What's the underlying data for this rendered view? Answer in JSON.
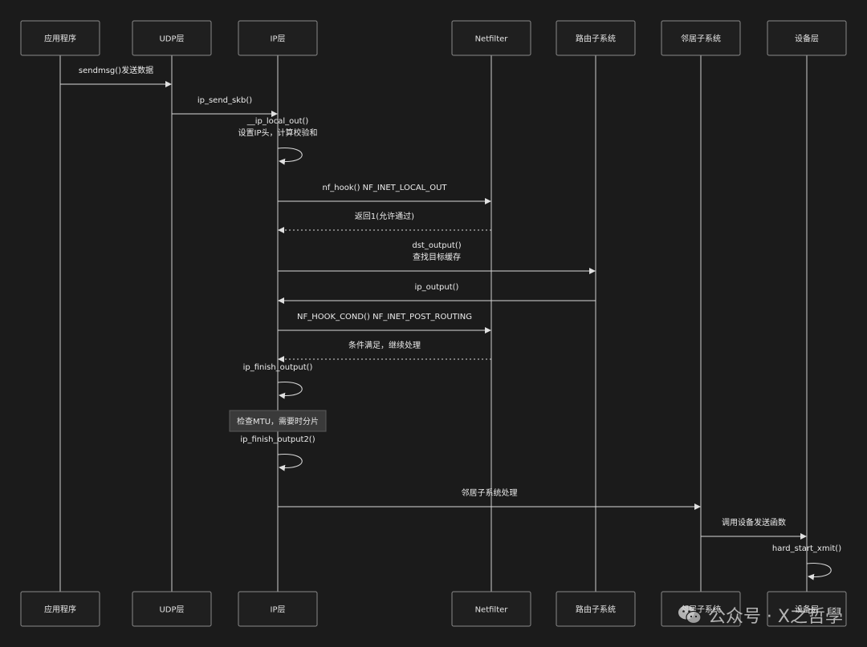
{
  "participants": [
    {
      "id": "app",
      "label": "应用程序"
    },
    {
      "id": "udp",
      "label": "UDP层"
    },
    {
      "id": "ip",
      "label": "IP层"
    },
    {
      "id": "nf",
      "label": "Netfilter"
    },
    {
      "id": "rt",
      "label": "路由子系统"
    },
    {
      "id": "nb",
      "label": "邻居子系统"
    },
    {
      "id": "dev",
      "label": "设备层"
    }
  ],
  "messages": [
    {
      "from": "app",
      "to": "udp",
      "lines": [
        "sendmsg()发送数据"
      ],
      "style": "solid"
    },
    {
      "from": "udp",
      "to": "ip",
      "lines": [
        "ip_send_skb()"
      ],
      "style": "solid"
    },
    {
      "from": "ip",
      "to": "ip",
      "lines": [
        "__ip_local_out()",
        "设置IP头，计算校验和"
      ],
      "style": "self"
    },
    {
      "from": "ip",
      "to": "nf",
      "lines": [
        "nf_hook() NF_INET_LOCAL_OUT"
      ],
      "style": "solid"
    },
    {
      "from": "nf",
      "to": "ip",
      "lines": [
        "返回1(允许通过)"
      ],
      "style": "dotted"
    },
    {
      "from": "ip",
      "to": "rt",
      "lines": [
        "dst_output()",
        "查找目标缓存"
      ],
      "style": "solid"
    },
    {
      "from": "rt",
      "to": "ip",
      "lines": [
        "ip_output()"
      ],
      "style": "solid"
    },
    {
      "from": "ip",
      "to": "nf",
      "lines": [
        "NF_HOOK_COND() NF_INET_POST_ROUTING"
      ],
      "style": "solid"
    },
    {
      "from": "nf",
      "to": "ip",
      "lines": [
        "条件满足，继续处理"
      ],
      "style": "dotted"
    },
    {
      "from": "ip",
      "to": "ip",
      "lines": [
        "ip_finish_output()"
      ],
      "style": "self"
    },
    {
      "from": "ip",
      "to": "ip",
      "lines": [
        "ip_finish_output2()"
      ],
      "style": "self"
    },
    {
      "from": "ip",
      "to": "nb",
      "lines": [
        "邻居子系统处理"
      ],
      "style": "solid"
    },
    {
      "from": "nb",
      "to": "dev",
      "lines": [
        "调用设备发送函数"
      ],
      "style": "solid"
    },
    {
      "from": "dev",
      "to": "dev",
      "lines": [
        "hard_start_xmit()"
      ],
      "style": "self"
    }
  ],
  "note": {
    "over": "ip",
    "text": "检查MTU，需要时分片"
  },
  "watermark": {
    "icon": "wechat-icon",
    "text": "公众号 · X之哲學"
  }
}
